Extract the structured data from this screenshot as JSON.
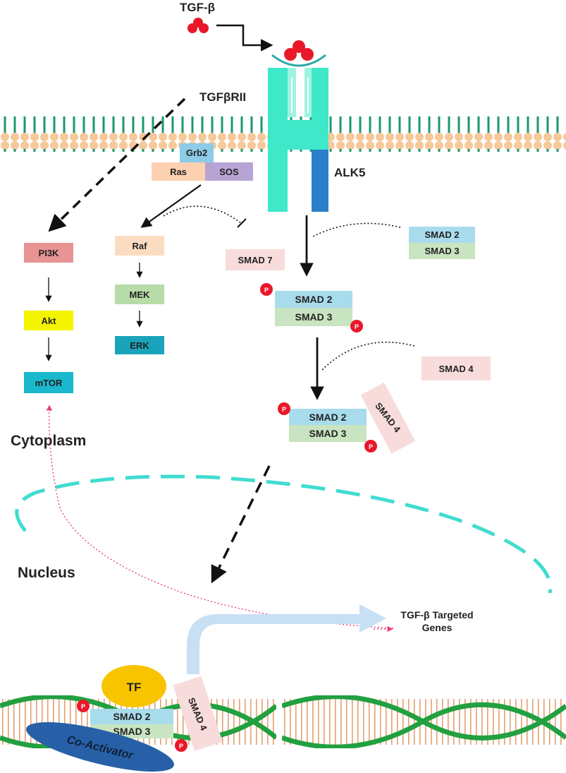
{
  "labels": {
    "ligand": "TGF-β",
    "receptor2": "TGFβRII",
    "receptor1": "ALK5",
    "cytoplasm": "Cytoplasm",
    "nucleus": "Nucleus",
    "target_genes_line1": "TGF-β Targeted",
    "target_genes_line2": "Genes"
  },
  "adaptor": {
    "grb2": "Grb2",
    "ras": "Ras",
    "sos": "SOS"
  },
  "pi3k_pathway": [
    "PI3K",
    "Akt",
    "mTOR"
  ],
  "mapk_pathway": [
    "Raf",
    "MEK",
    "ERK"
  ],
  "smad": {
    "smad7": "SMAD 7",
    "smad2": "SMAD 2",
    "smad3": "SMAD 3",
    "smad4": "SMAD 4",
    "phospho": "P"
  },
  "nuclear_complex": {
    "tf": "TF",
    "coactivator": "Co-Activator"
  },
  "colors": {
    "receptor": "#3ee8c8",
    "alk5_kinase": "#2a7fc8",
    "ligand": "#e8182a",
    "smad2": "#a8dcec",
    "smad3": "#c8e4c0",
    "smad_pink": "#f8dcdc",
    "pi3k": "#e89494",
    "akt": "#f4f400",
    "mtor": "#1ab8cc",
    "raf": "#fcdcc0",
    "mek": "#b8dca8",
    "erk": "#1aa4bc",
    "grb2": "#8ccce8",
    "ras": "#fcd0b0",
    "sos": "#b8a4d4",
    "tf": "#f8c400",
    "coactivator": "#2860a8",
    "nuclear_envelope": "#40dcd0",
    "dna": "#22a040"
  }
}
